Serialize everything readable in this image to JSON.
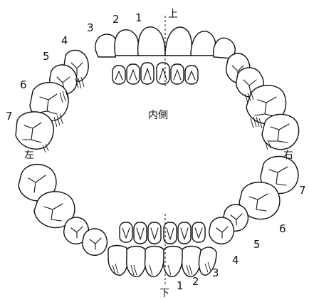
{
  "labels": {
    "upper": "上",
    "lower": "下",
    "inner": "内側",
    "left": "左",
    "right": "右"
  },
  "upper_numbers_left": [
    "1",
    "2",
    "3",
    "4",
    "5",
    "6",
    "7"
  ],
  "lower_numbers_right": [
    "1",
    "2",
    "3",
    "4",
    "5",
    "6",
    "7"
  ]
}
